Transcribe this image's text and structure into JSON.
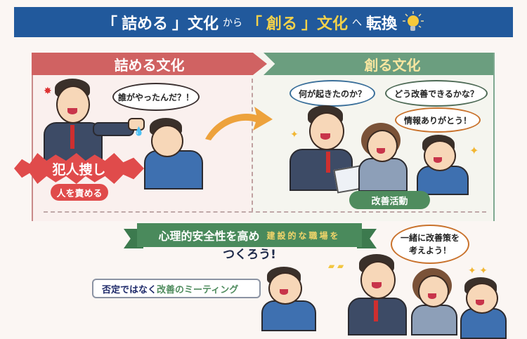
{
  "header": {
    "quote_open_1": "「",
    "tsumeru": "詰める",
    "quote_close_1": "」文化",
    "kara": "から",
    "quote_open_2": "「",
    "tsukuru": "創る",
    "quote_close_2": "」文化",
    "he": "へ",
    "tenkan": "転換",
    "icon": "lightbulb-icon"
  },
  "left_panel": {
    "title": "詰める文化",
    "speech": "誰がやったんだ？！",
    "starburst_label": "犯人捜し",
    "pill_label": "人を責める"
  },
  "right_panel": {
    "title": "創る文化",
    "speech_1": "何が起きたのか？",
    "speech_2": "どう改善できるかな？",
    "speech_3": "情報ありがとう！",
    "pill_label": "改善活動"
  },
  "bottom": {
    "ribbon_main": "心理的安全性を高め",
    "ribbon_sub": "建設的な職場を",
    "tagline": "つくろう!",
    "meeting_part1": "否定ではなく",
    "meeting_part2": "改善のミーティング",
    "speech_line1": "一緒に改善策を",
    "speech_line2": "考えよう！"
  },
  "colors": {
    "header_bg": "#21599c",
    "header_accent": "#f4d24a",
    "left_accent": "#d06262",
    "right_accent": "#6b9e7f",
    "alert_red": "#e04b4b",
    "green_pill": "#4f8c5e",
    "arrow_orange": "#eda23c"
  }
}
